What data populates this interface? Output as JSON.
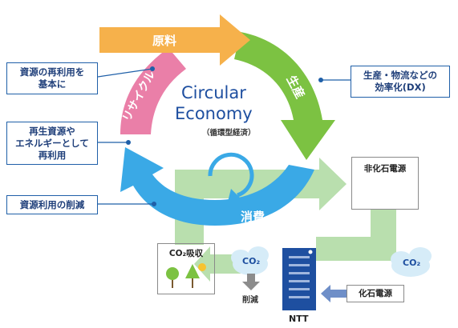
{
  "center": {
    "title_line1": "Circular",
    "title_line2": "Economy",
    "subtitle": "（循環型経済）"
  },
  "cycle": {
    "top_label": "原料",
    "right_label": "生産",
    "bottom_label": "消費",
    "left_label": "リサイクル"
  },
  "callouts": {
    "reuse_basis": "資源の再利用を\n基本に",
    "efficiency": "生産・物流などの\n効率化(DX)",
    "energy_reuse": "再生資源や\nエネルギーとして\n再利用",
    "resource_reduction": "資源利用の削減"
  },
  "boxes": {
    "non_fossil": "非化石電源",
    "co2_absorption": "CO₂吸収",
    "fossil": "化石電源"
  },
  "labels": {
    "co2_cloud_left": "CO₂",
    "co2_cloud_right": "CO₂",
    "reduction": "削減",
    "ntt": "NTT"
  },
  "colors": {
    "orange": "#f6b14b",
    "green": "#7cc242",
    "blue": "#3aa9e6",
    "pink": "#ea7fa8",
    "pale_green": "#b9dfae",
    "navy": "#1f5fa8",
    "callout_text": "#1f3f7a"
  }
}
